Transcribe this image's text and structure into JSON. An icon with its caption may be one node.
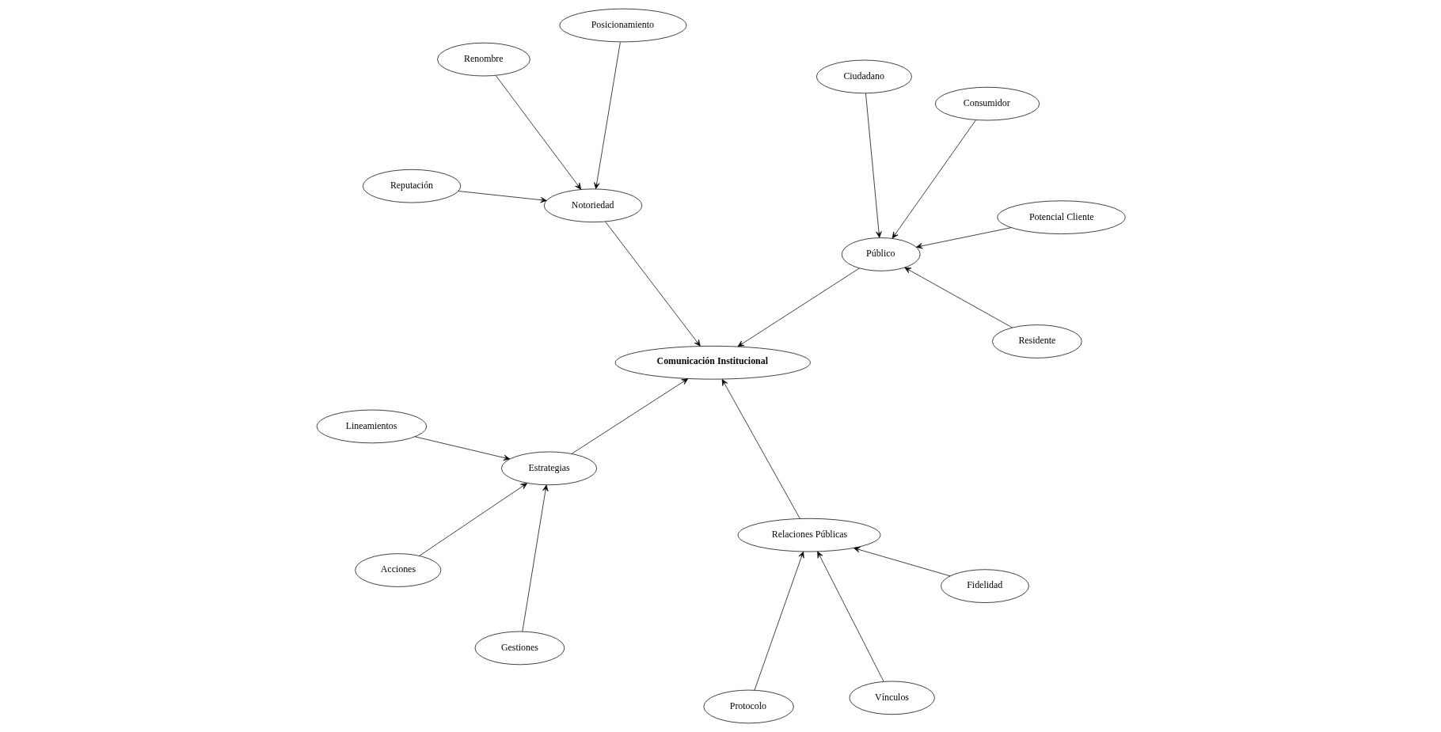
{
  "diagram": {
    "nodes": [
      {
        "text": [
          "Comunicación Institucional"
        ]
      },
      {
        "text": [
          "Notoriedad"
        ]
      },
      {
        "text": [
          "Posicionamiento"
        ]
      },
      {
        "text": [
          "Reputación"
        ]
      },
      {
        "text": [
          "Renombre"
        ]
      },
      {
        "text": [
          "Estrategias"
        ]
      },
      {
        "text": [
          "Lineamientos"
        ]
      },
      {
        "text": [
          "Gestiones"
        ]
      },
      {
        "text": [
          "Acciones"
        ]
      },
      {
        "text": [
          "Relaciones Públicas"
        ]
      },
      {
        "text": [
          "Vínculos"
        ]
      },
      {
        "text": [
          "Protocolo"
        ]
      },
      {
        "text": [
          "Fidelidad"
        ]
      },
      {
        "text": [
          "Público"
        ]
      },
      {
        "text": [
          "Consumidor"
        ]
      },
      {
        "text": [
          "Potencial Cliente"
        ]
      },
      {
        "text": [
          "Residente"
        ]
      },
      {
        "text": [
          "Ciudadano"
        ]
      }
    ],
    "edges": [
      {
        "from": 2,
        "to": 1,
        "arrow": "to"
      },
      {
        "from": 3,
        "to": 1,
        "arrow": "to"
      },
      {
        "from": 4,
        "to": 1,
        "arrow": "to"
      },
      {
        "from": 1,
        "to": 0,
        "arrow": "to"
      },
      {
        "from": 6,
        "to": 5,
        "arrow": "to"
      },
      {
        "from": 7,
        "to": 5,
        "arrow": "to"
      },
      {
        "from": 8,
        "to": 5,
        "arrow": "to"
      },
      {
        "from": 5,
        "to": 0,
        "arrow": "to"
      },
      {
        "from": 10,
        "to": 9,
        "arrow": "to"
      },
      {
        "from": 11,
        "to": 9,
        "arrow": "to"
      },
      {
        "from": 12,
        "to": 9,
        "arrow": "to"
      },
      {
        "from": 9,
        "to": 0,
        "arrow": "to"
      },
      {
        "from": 14,
        "to": 13,
        "arrow": "to"
      },
      {
        "from": 15,
        "to": 13,
        "arrow": "to"
      },
      {
        "from": 16,
        "to": 13,
        "arrow": "to"
      },
      {
        "from": 17,
        "to": 13,
        "arrow": "to"
      },
      {
        "from": 13,
        "to": 0,
        "arrow": "to"
      }
    ]
  }
}
